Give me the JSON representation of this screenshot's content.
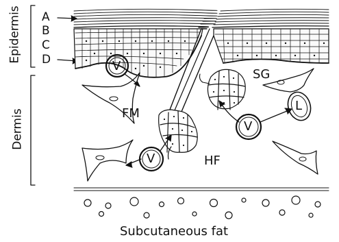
{
  "regions": {
    "epidermis": "Epidermis",
    "dermis": "Dermis"
  },
  "layers": [
    "A",
    "B",
    "C",
    "D"
  ],
  "structures": {
    "vessel": "V",
    "fibroblast": "FM",
    "sebaceous_gland": "SG",
    "lymphatic": "L",
    "hair_follicle": "HF"
  },
  "caption": "Subcutaneous fat",
  "colors": {
    "ink": "#111111",
    "background": "#ffffff"
  }
}
